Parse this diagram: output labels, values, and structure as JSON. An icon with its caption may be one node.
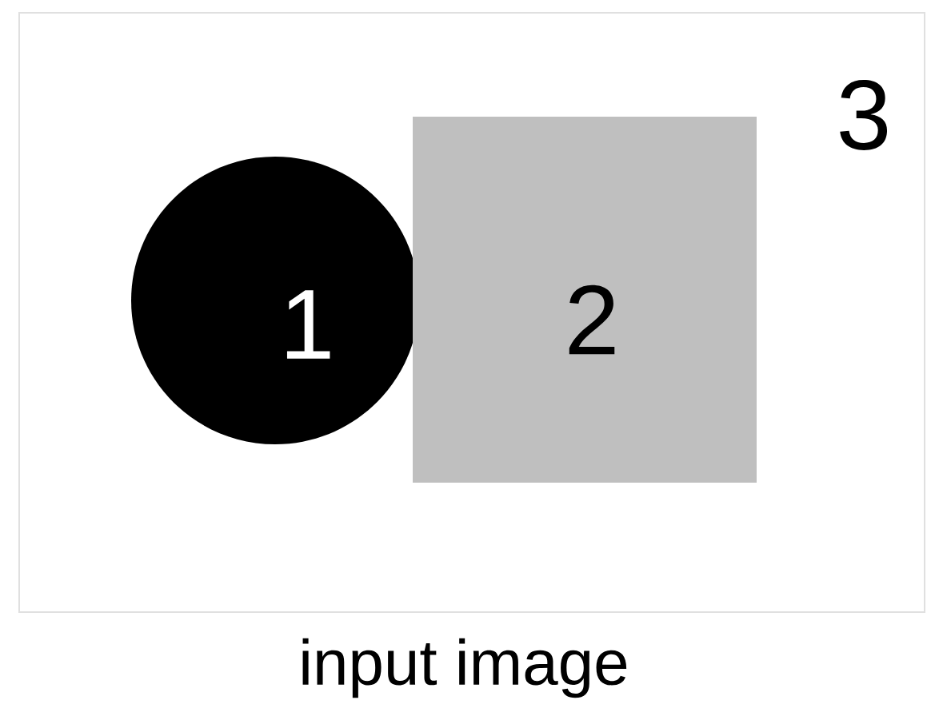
{
  "diagram": {
    "caption": "input image",
    "nodes": [
      {
        "text": [
          "1"
        ]
      },
      {
        "text": [
          "2"
        ]
      }
    ],
    "labels": [
      "3"
    ]
  }
}
